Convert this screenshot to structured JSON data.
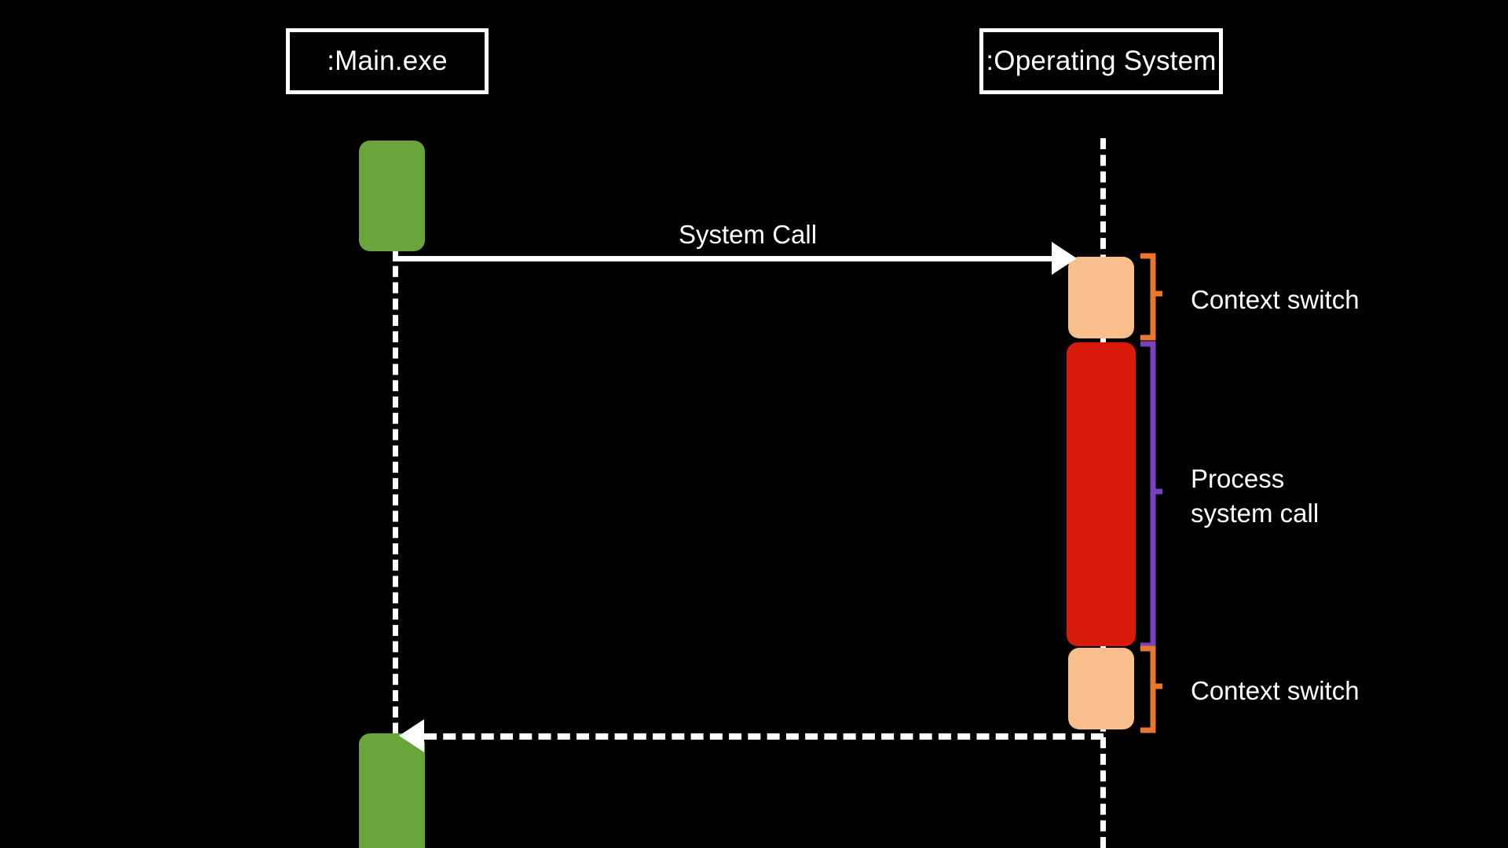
{
  "diagram": {
    "type": "uml-sequence-diagram",
    "background_color": "#000000",
    "foreground_color": "#ffffff"
  },
  "participants": [
    {
      "id": "main",
      "label": ":Main.exe"
    },
    {
      "id": "operating-system",
      "label": ":Operating System"
    }
  ],
  "messages": [
    {
      "id": "system-call",
      "label": "System Call",
      "style": "solid",
      "direction": "right"
    },
    {
      "id": "system-return",
      "label": "",
      "style": "dashed",
      "direction": "left"
    }
  ],
  "activations": [
    {
      "id": "main-top",
      "participant": "main",
      "color": "#6aa53c"
    },
    {
      "id": "os-switch-in",
      "participant": "operating-system",
      "color": "#f8be8c"
    },
    {
      "id": "os-process",
      "participant": "operating-system",
      "color": "#d71a09"
    },
    {
      "id": "os-switch-out",
      "participant": "operating-system",
      "color": "#f8be8c"
    },
    {
      "id": "main-bottom",
      "participant": "main",
      "color": "#6aa53c"
    }
  ],
  "annotations": [
    {
      "id": "switch-in",
      "label": "Context switch",
      "brace_color": "#e8762c"
    },
    {
      "id": "process",
      "label": "Process\nsystem call",
      "brace_color": "#7e3fbf"
    },
    {
      "id": "switch-out",
      "label": "Context switch",
      "brace_color": "#e8762c"
    }
  ],
  "colors": {
    "green": "#6aa53c",
    "peach": "#f8be8c",
    "red": "#d71a09",
    "orange_brace": "#e8762c",
    "purple_brace": "#7e3fbf",
    "white": "#ffffff",
    "black": "#000000"
  }
}
